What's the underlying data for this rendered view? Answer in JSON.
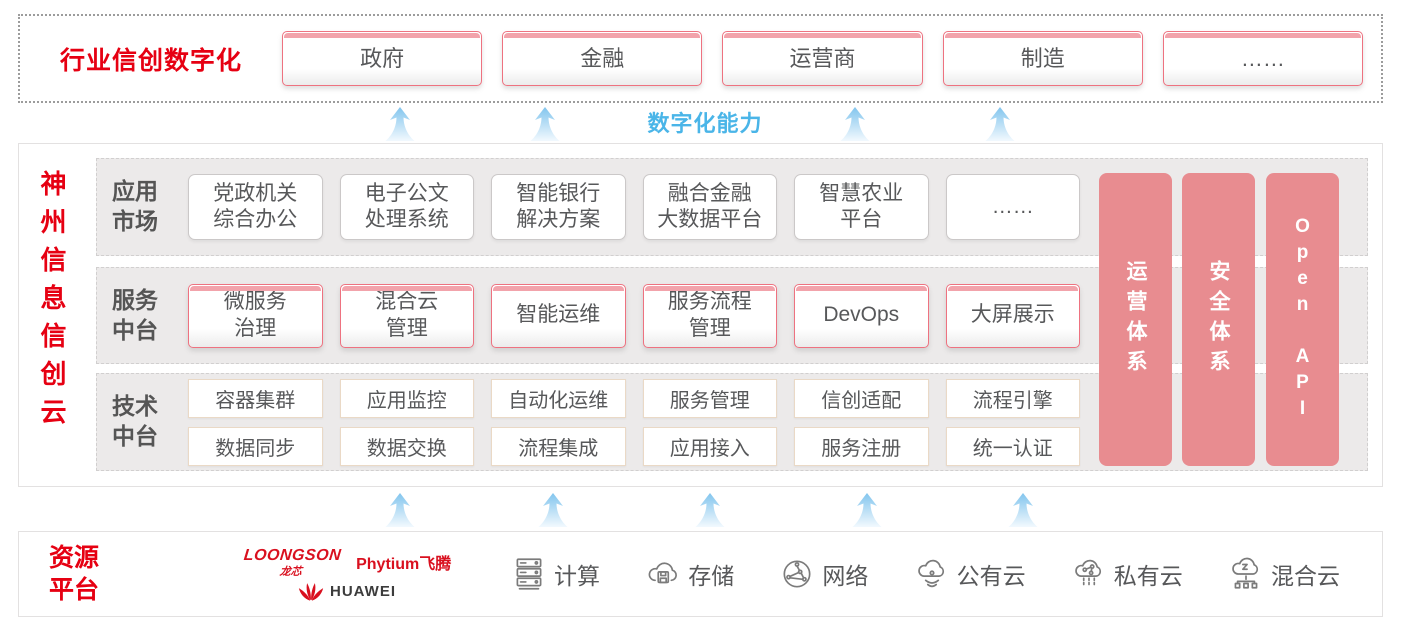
{
  "top": {
    "title": "行业信创数字化",
    "industries": [
      "政府",
      "金融",
      "运营商",
      "制造",
      "……"
    ]
  },
  "capability": {
    "label": "数字化能力"
  },
  "platform": {
    "side_title": "神州信息信创云",
    "rows": [
      {
        "label": "应用\n市场",
        "items": [
          "党政机关\n综合办公",
          "电子公文\n处理系统",
          "智能银行\n解决方案",
          "融合金融\n大数据平台",
          "智慧农业\n平台",
          "……"
        ]
      },
      {
        "label": "服务\n中台",
        "items": [
          "微服务\n治理",
          "混合云\n管理",
          "智能运维",
          "服务流程\n管理",
          "DevOps",
          "大屏展示"
        ]
      },
      {
        "label": "技术\n中台",
        "items_top": [
          "容器集群",
          "应用监控",
          "自动化运维",
          "服务管理",
          "信创适配",
          "流程引擎"
        ],
        "items_bottom": [
          "数据同步",
          "数据交换",
          "流程集成",
          "应用接入",
          "服务注册",
          "统一认证"
        ]
      }
    ],
    "pillars": [
      "运营体系",
      "安全体系",
      "Open API"
    ]
  },
  "resources": {
    "title": "资源\n平台",
    "vendors": [
      "LOONGSON",
      "龙芯",
      "Phytium飞腾",
      "HUAWEI"
    ],
    "items": [
      {
        "icon": "compute-icon",
        "label": "计算"
      },
      {
        "icon": "storage-icon",
        "label": "存储"
      },
      {
        "icon": "network-icon",
        "label": "网络"
      },
      {
        "icon": "public-cloud-icon",
        "label": "公有云"
      },
      {
        "icon": "private-cloud-icon",
        "label": "私有云"
      },
      {
        "icon": "hybrid-cloud-icon",
        "label": "混合云"
      }
    ]
  },
  "colors": {
    "accent_red": "#e60012",
    "box_border_pink": "#ee7280",
    "box_top_strip": "#f2a3ab",
    "pillar_pink": "#e88c90",
    "capability_blue": "#4ab5e8",
    "row_gray": "#eceaea",
    "text_gray": "#57585a"
  }
}
